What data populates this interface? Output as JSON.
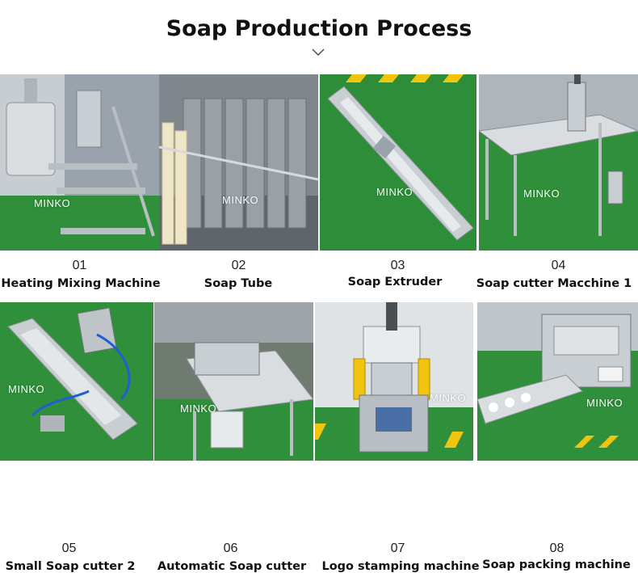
{
  "page": {
    "title": "Soap Production Process",
    "chevron_icon": "chevron-down-icon"
  },
  "colors": {
    "green_floor": "#2f8f3a",
    "steel": "#b9bec3",
    "safety_yellow": "#f1c40f"
  },
  "steps": [
    {
      "number": "01",
      "name": "Heating Mixing Machine",
      "watermark": "MINKO"
    },
    {
      "number": "02",
      "name": "Soap Tube",
      "watermark": "MINKO"
    },
    {
      "number": "03",
      "name": "Soap Extruder",
      "watermark": "MINKO"
    },
    {
      "number": "04",
      "name": "Soap cutter Macchine 1",
      "watermark": "MINKO"
    },
    {
      "number": "05",
      "name": "Small Soap cutter 2",
      "watermark": "MINKO"
    },
    {
      "number": "06",
      "name": "Automatic Soap cutter",
      "watermark": "MINKO"
    },
    {
      "number": "07",
      "name": "Logo stamping machine",
      "watermark": "MINKO"
    },
    {
      "number": "08",
      "name": "Soap packing machine",
      "watermark": "MINKO"
    }
  ]
}
